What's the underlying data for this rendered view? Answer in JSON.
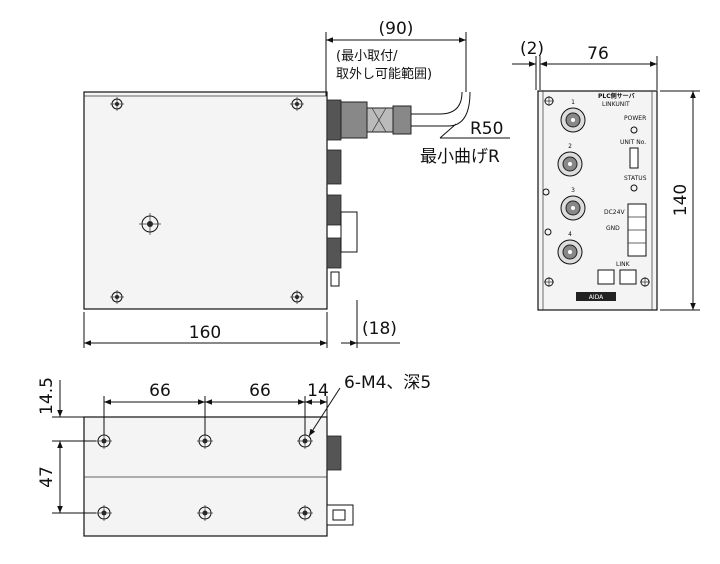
{
  "front_view": {
    "dim_top": "(90)",
    "note_line1": "(最小取付/",
    "note_line2": "取外し可能範囲)",
    "bend_radius": "R50",
    "bend_label": "最小曲げR",
    "dim_width": "160",
    "dim_connector": "(18)"
  },
  "side_view": {
    "dim_gap": "(2)",
    "dim_width": "76",
    "dim_height": "140",
    "ports": [
      "1",
      "2",
      "3",
      "4"
    ],
    "header_label": "PLC側サーバ",
    "unit_label": "LINKUNIT",
    "power_label": "POWER",
    "unit_no_label": "UNIT No.",
    "status_label": "STATUS",
    "dc_label": "DC24V",
    "gnd_label": "GND",
    "link_label": "LINK",
    "brand": "AIDA"
  },
  "bottom_view": {
    "dim_offset": "14.5",
    "dim_span1": "66",
    "dim_span2": "66",
    "dim_span3": "14",
    "dim_height": "47",
    "hole_spec": "6-M4、深5"
  }
}
